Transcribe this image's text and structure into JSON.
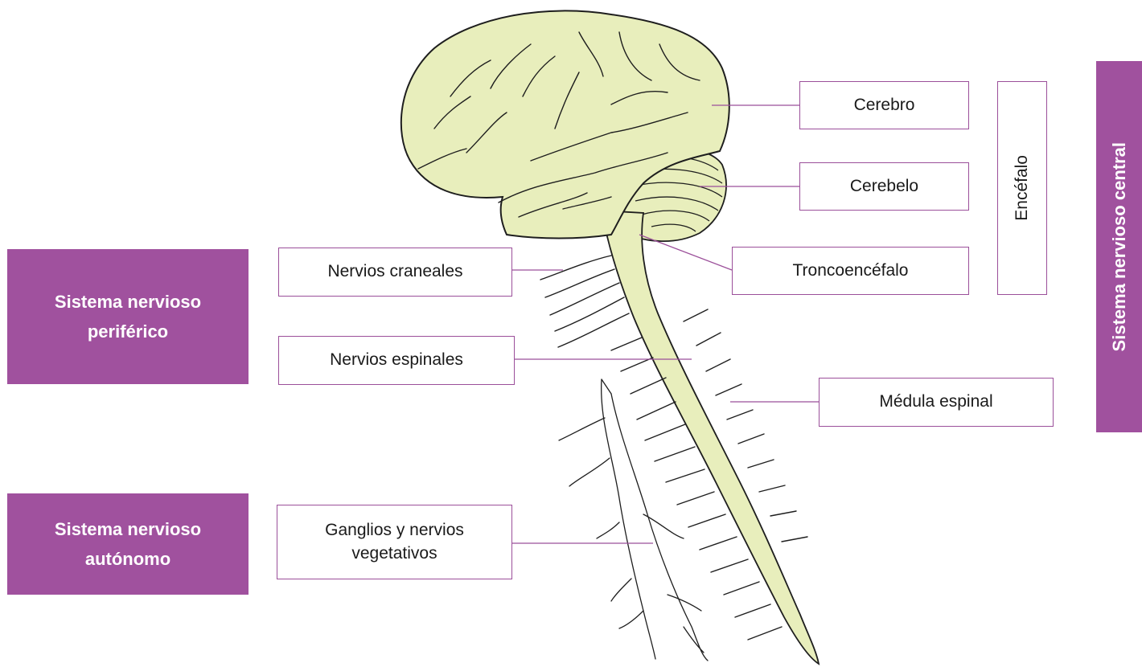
{
  "colors": {
    "tissue": "#e8eebc",
    "accent": "#a0519e",
    "outline": "#1e1e1e",
    "connector": "#9b4f9a"
  },
  "labels": {
    "cerebro": "Cerebro",
    "cerebelo": "Cerebelo",
    "troncoencefalo": "Troncoencéfalo",
    "encefalo": "Encéfalo",
    "nervios_craneales": "Nervios craneales",
    "nervios_espinales": "Nervios espinales",
    "medula_espinal": "Médula espinal",
    "ganglios_line1": "Ganglios y nervios",
    "ganglios_line2": "vegetativos"
  },
  "categories": {
    "snc": "Sistema nervioso central",
    "snp_line1": "Sistema nervioso",
    "snp_line2": "periférico",
    "sna_line1": "Sistema nervioso",
    "sna_line2": "autónomo"
  }
}
